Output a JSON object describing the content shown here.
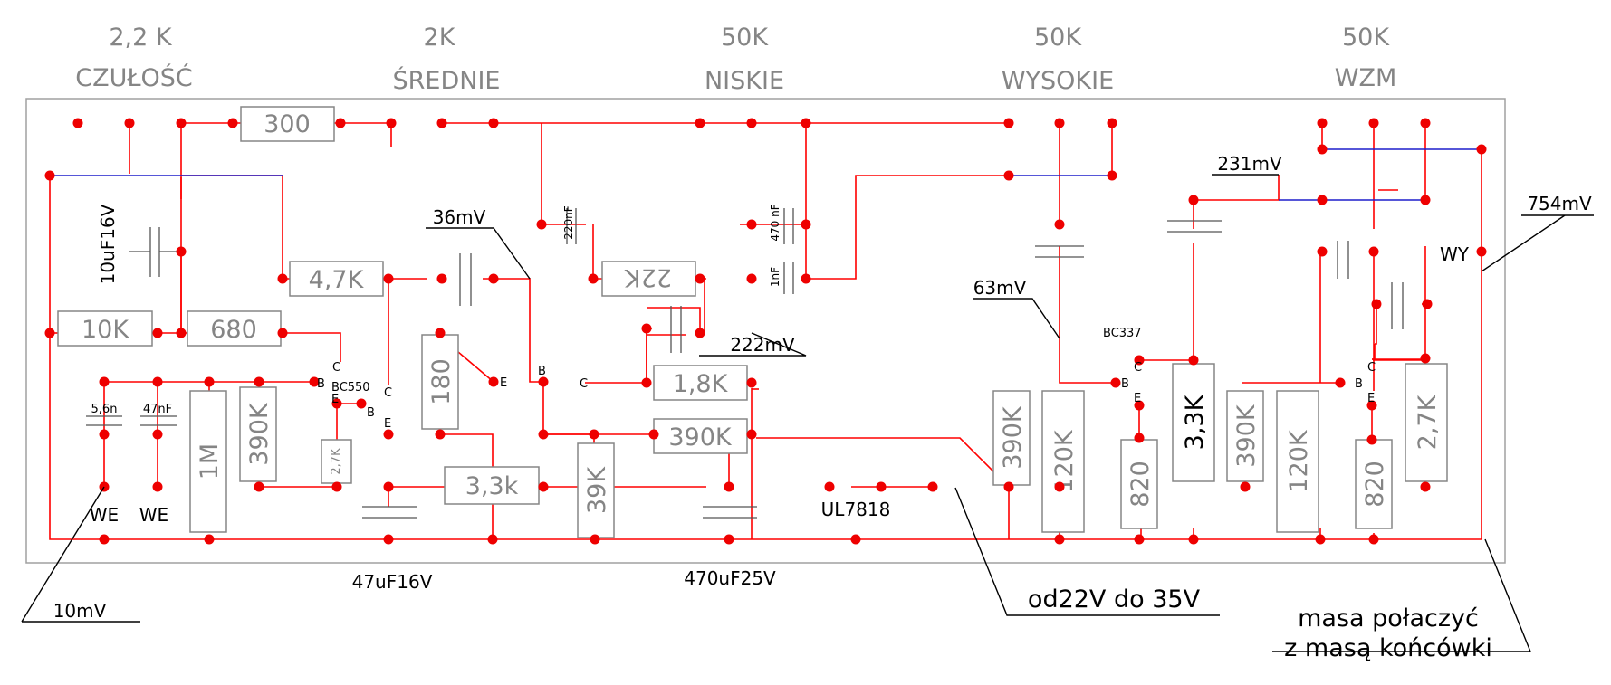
{
  "knobs": [
    {
      "value": "2,2 K",
      "name": "CZUŁOŚĆ"
    },
    {
      "value": "2K",
      "name": "ŚREDNIE"
    },
    {
      "value": "50K",
      "name": "NISKIE"
    },
    {
      "value": "50K",
      "name": "WYSOKIE"
    },
    {
      "value": "50K",
      "name": "WZM"
    }
  ],
  "resistors": {
    "r300": "300",
    "r10k": "10K",
    "r680": "680",
    "r4k7": "4,7K",
    "r22k": "22K",
    "r180": "180",
    "r1k8": "1,8K",
    "r390k_mid": "390K",
    "r3k3_mid": "3,3k",
    "r39k": "39K",
    "r1m": "1M",
    "r390k_left": "390K",
    "r2k7_small": "2,7K",
    "r390k_a": "390K",
    "r120k_a": "120K",
    "r820_a": "820",
    "r3k3_b": "3,3K",
    "r390k_c": "390K",
    "r120k_c": "120K",
    "r820_c": "820",
    "r2k7_c": "2,7K"
  },
  "capacitors": {
    "c10uf": "10uF16V",
    "c220nf": "220nF",
    "c470nf": "470 nF",
    "c1nf": "1nF",
    "c5n6": "5,6n",
    "c47nf": "47nF",
    "c47uf": "47uF16V",
    "c470uf": "470uF25V"
  },
  "transistors": {
    "t1": "BC550",
    "t3": "BC337"
  },
  "pins": {
    "c": "C",
    "b": "B",
    "e": "E"
  },
  "regulator": "UL7818",
  "labels": {
    "we1": "WE",
    "we2": "WE",
    "wy": "WY"
  },
  "measurements": {
    "m10": "10mV",
    "m36": "36mV",
    "m222": "222mV",
    "m63": "63mV",
    "m231": "231mV",
    "m754": "754mV"
  },
  "notes": {
    "supply": "od22V do 35V",
    "ground_line1": "masa połaczyć",
    "ground_line2": "z masą końcówki"
  },
  "colors": {
    "wire": "#ff0000",
    "node": "#ee0000",
    "bridge": "#1f1fcc",
    "component": "#858585",
    "frame": "#a0a0a0"
  }
}
